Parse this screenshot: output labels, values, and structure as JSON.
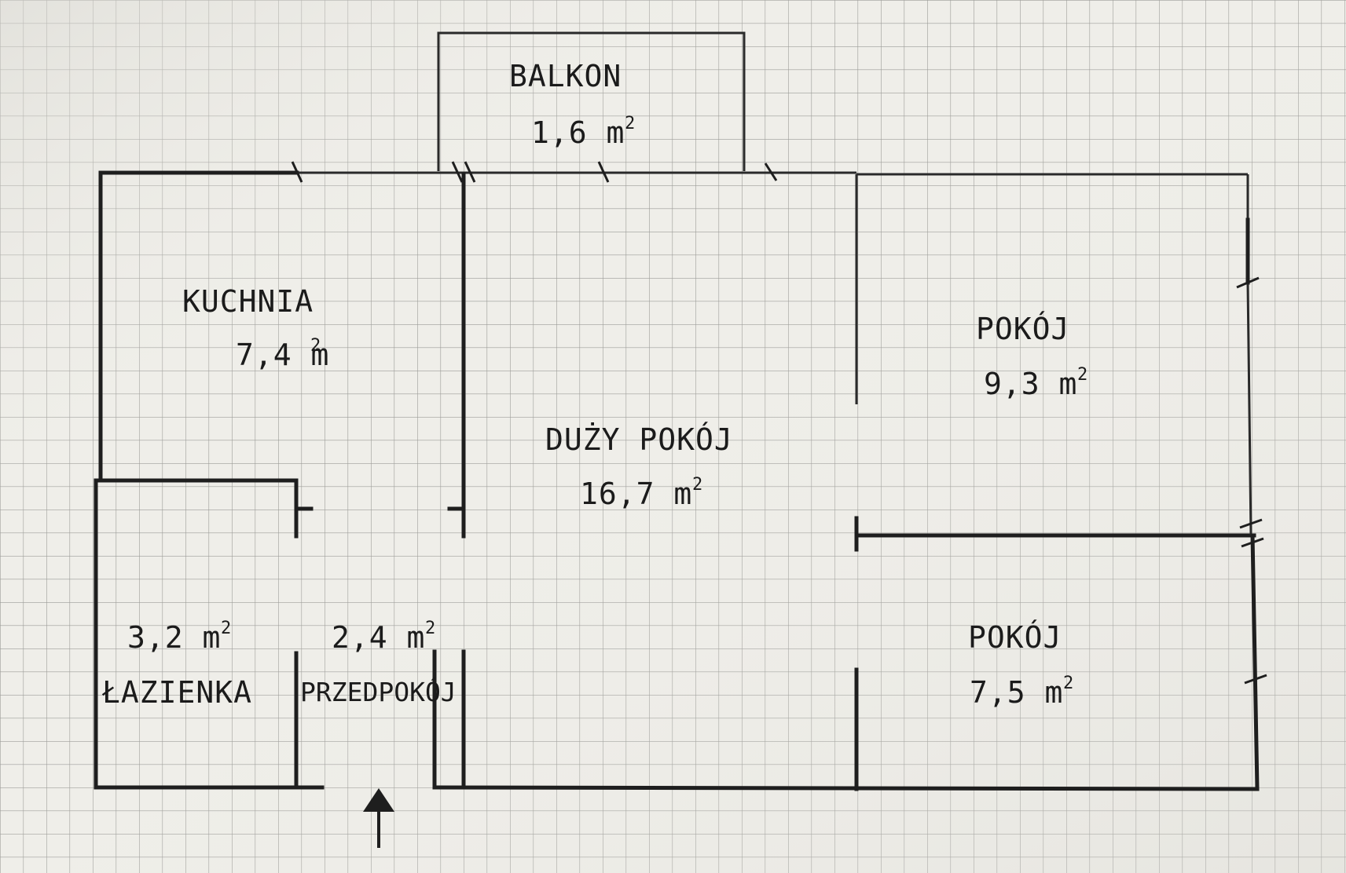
{
  "plan": {
    "rooms": [
      {
        "id": "balkon",
        "name": "BALKON",
        "area": "1,6 m",
        "unit_exp": "2"
      },
      {
        "id": "kuchnia",
        "name": "KUCHNIA",
        "area": "7,4 m",
        "unit_exp": "2"
      },
      {
        "id": "duzy-pokoj",
        "name": "DUŻY POKÓJ",
        "area": "16,7 m",
        "unit_exp": "2"
      },
      {
        "id": "pokoj-upper",
        "name": "POKÓJ",
        "area": "9,3 m",
        "unit_exp": "2"
      },
      {
        "id": "pokoj-lower",
        "name": "POKÓJ",
        "area": "7,5 m",
        "unit_exp": "2"
      },
      {
        "id": "lazienka",
        "name": "ŁAZIENKA",
        "area": "3,2 m",
        "unit_exp": "2"
      },
      {
        "id": "przedpokoj",
        "name": "PRZEDPOKÓJ",
        "area": "2,4 m",
        "unit_exp": "2"
      }
    ]
  }
}
